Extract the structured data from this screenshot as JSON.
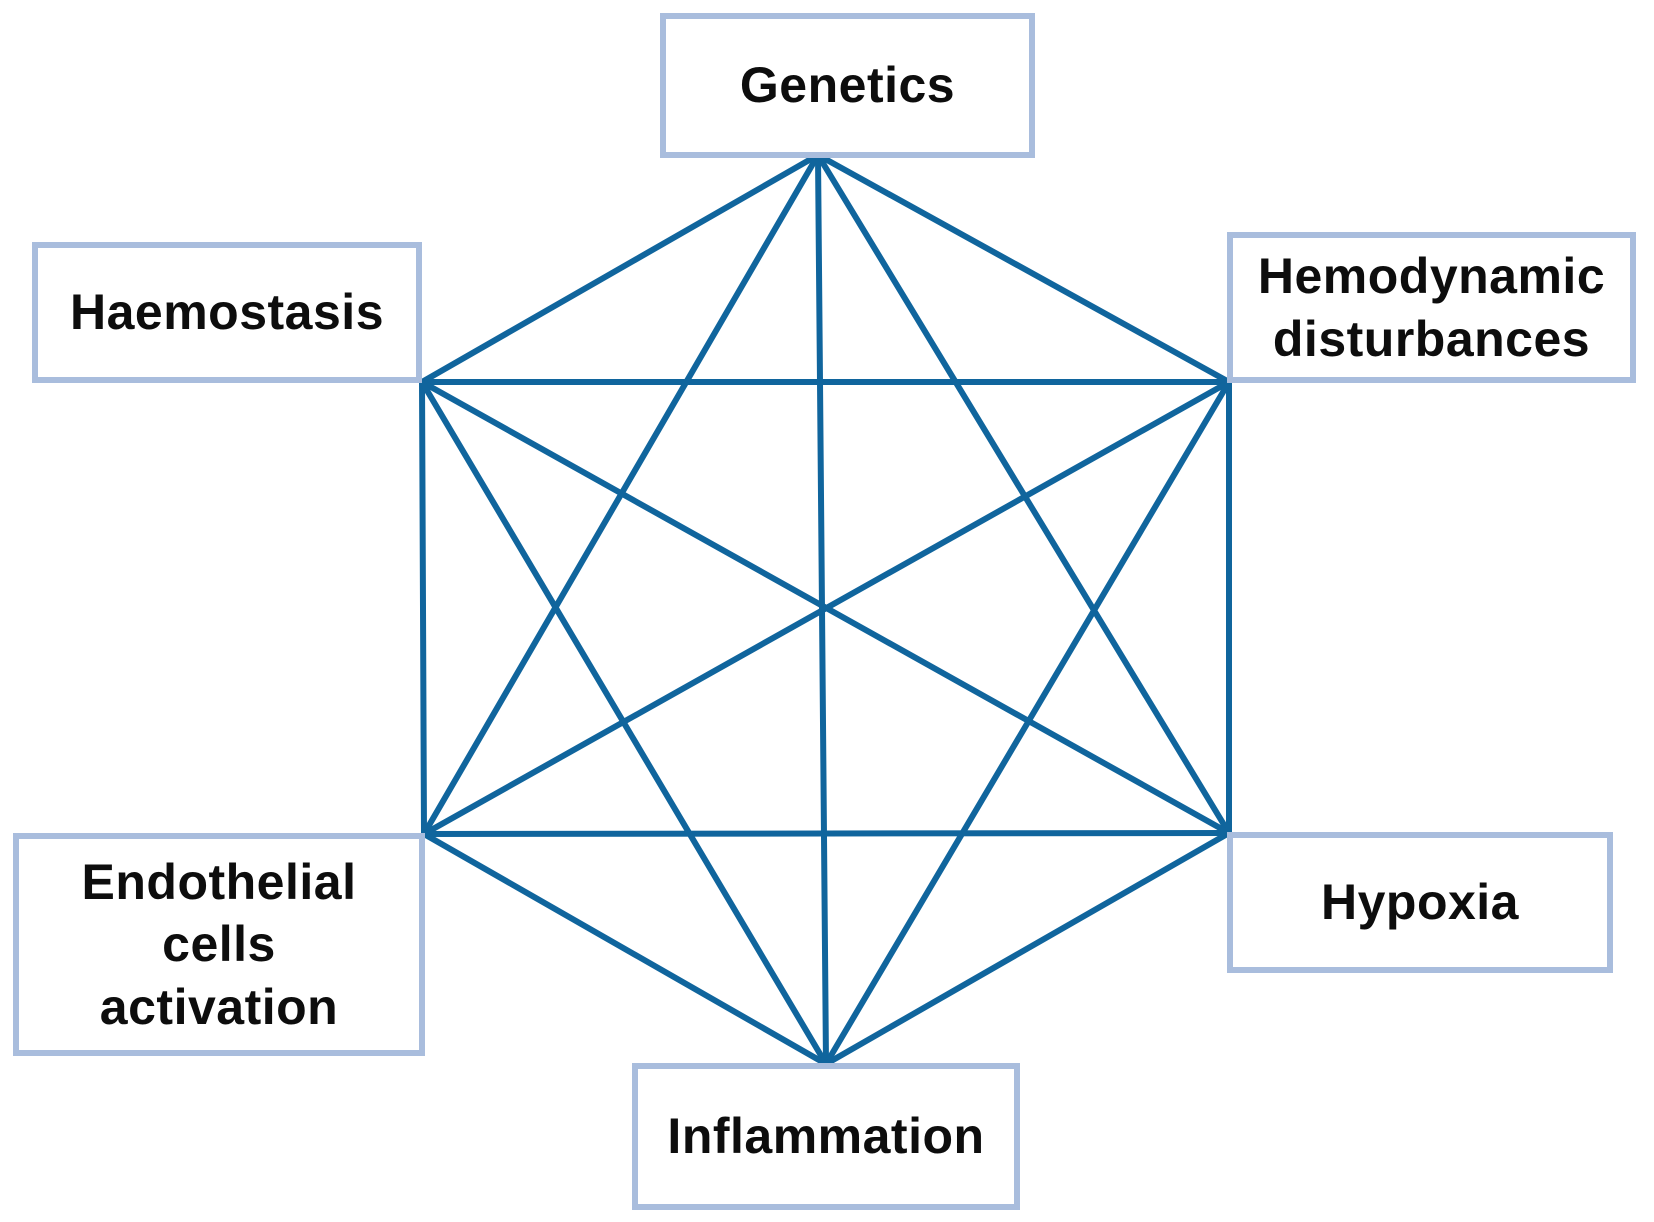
{
  "diagram": {
    "type": "network",
    "description": "Fully interconnected hexagonal concept diagram (complete graph of six factors)",
    "nodes": [
      {
        "id": "genetics",
        "label": "Genetics"
      },
      {
        "id": "haemostasis",
        "label": "Haemostasis"
      },
      {
        "id": "hemodynamic",
        "label": "Hemodynamic\ndisturbances"
      },
      {
        "id": "endothelial",
        "label": "Endothelial\ncells\nactivation"
      },
      {
        "id": "hypoxia",
        "label": "Hypoxia"
      },
      {
        "id": "inflammation",
        "label": "Inflammation"
      }
    ],
    "edges": [
      [
        "genetics",
        "haemostasis"
      ],
      [
        "genetics",
        "hemodynamic"
      ],
      [
        "genetics",
        "hypoxia"
      ],
      [
        "genetics",
        "endothelial"
      ],
      [
        "genetics",
        "inflammation"
      ],
      [
        "haemostasis",
        "hemodynamic"
      ],
      [
        "haemostasis",
        "hypoxia"
      ],
      [
        "haemostasis",
        "endothelial"
      ],
      [
        "haemostasis",
        "inflammation"
      ],
      [
        "hemodynamic",
        "hypoxia"
      ],
      [
        "hemodynamic",
        "endothelial"
      ],
      [
        "hemodynamic",
        "inflammation"
      ],
      [
        "hypoxia",
        "endothelial"
      ],
      [
        "hypoxia",
        "inflammation"
      ],
      [
        "endothelial",
        "inflammation"
      ]
    ],
    "colors": {
      "edge_line": "#10659d",
      "box_border": "#a9bddd",
      "box_fill": "#ffffff",
      "text": "#0d0d0d",
      "background": "#ffffff"
    }
  }
}
